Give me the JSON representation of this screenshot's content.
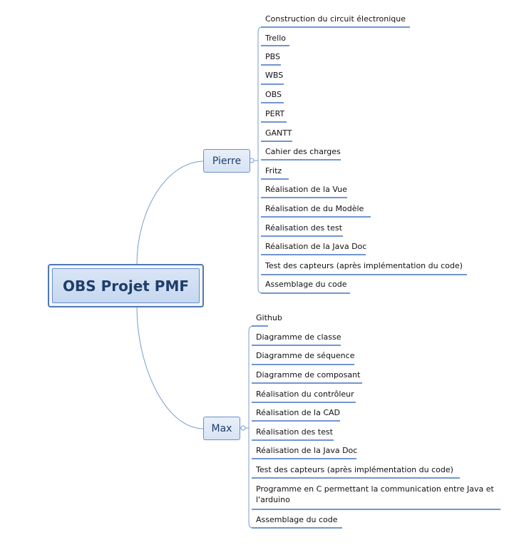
{
  "root": {
    "label": "OBS Projet PMF"
  },
  "branches": {
    "pierre": {
      "label": "Pierre",
      "items": [
        "Construction du circuit électronique",
        "Trello",
        "PBS",
        "WBS",
        "OBS",
        "PERT",
        "GANTT",
        "Cahier des charges",
        "Fritz",
        "Réalisation de la Vue",
        "Réalisation de du Modèle",
        "Réalisation des test",
        "Réalisation de la Java Doc",
        "Test des capteurs (après implémentation du code)",
        "Assemblage du code"
      ]
    },
    "max": {
      "label": "Max",
      "items": [
        "Github",
        "Diagramme de classe",
        "Diagramme de séquence",
        "Diagramme de composant",
        "Réalisation du contrôleur",
        "Réalisation de la CAD",
        "Réalisation des test",
        "Réalisation de la Java Doc",
        "Test des capteurs (après implémentation du code)",
        "Programme en C permettant la communication entre Java et l'arduino",
        "Assemblage du code"
      ]
    }
  },
  "colors": {
    "line": "#4472c4",
    "connector": "#7a9ccf"
  }
}
